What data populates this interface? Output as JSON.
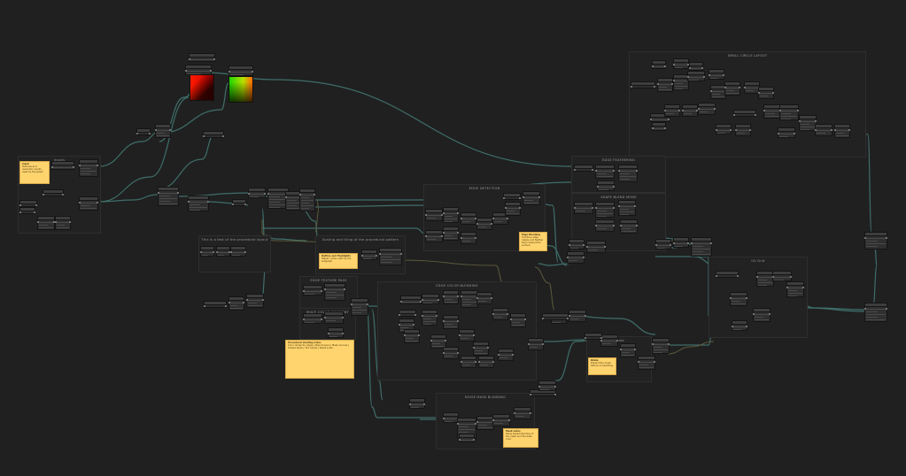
{
  "canvas": {
    "background": "#202020",
    "wire_color": "#3f6e69",
    "wire_color_alt": "#5d5a3c"
  },
  "frames": [
    {
      "id": "f-inputs",
      "label": "Inputs"
    },
    {
      "id": "f-top-right",
      "label": "SMALL CIRCLE LAYOUT"
    },
    {
      "id": "f-upper-mid",
      "label": "EDGE DETECTION"
    },
    {
      "id": "f-right-1",
      "label": "EDGE FEATHERING"
    },
    {
      "id": "f-right-2",
      "label": "SHAPE BLEND MODE"
    },
    {
      "id": "f-mid-left",
      "label": "This is a test of the procedural layout"
    },
    {
      "id": "f-mid-center",
      "label": "Scaling and tiling of the procedural pattern"
    },
    {
      "id": "f-left-small",
      "label": "EDGE TEXTURE PASS"
    },
    {
      "id": "f-left-small-2",
      "label": "MULTI COLOR GRADIENT"
    },
    {
      "id": "f-center",
      "label": "EDGE COLOR BLENDING"
    },
    {
      "id": "f-bottom",
      "label": "NOISE MASK BLENDING"
    },
    {
      "id": "f-right-3",
      "label": "UV Grid"
    },
    {
      "id": "f-right-4",
      "label": "Dilate"
    }
  ],
  "stickies": [
    {
      "id": "s-inputs",
      "title": "Input",
      "body": "Textures and resolution inputs used by the graph"
    },
    {
      "id": "s-mid",
      "title": "Outline and Highlights",
      "body": "Helper nodes used by the subgraph"
    },
    {
      "id": "s-big",
      "title": "Procedural shading notes",
      "body": "Color ramps for edges | Blend layers | Mask sources | Output stack | Tint values | Noise scale"
    },
    {
      "id": "s-right-mid",
      "title": "Edge Blending",
      "body": "Combine edge masks and feather them toward the surface"
    },
    {
      "id": "s-bottom",
      "title": "Mask notes",
      "body": "Noise based blending of the mask and the base color"
    },
    {
      "id": "s-right-low",
      "title": "Dilate",
      "body": "Expand the mask before compositing"
    }
  ],
  "previews": [
    {
      "id": "pv-1",
      "style": "red"
    },
    {
      "id": "pv-2",
      "style": "green"
    }
  ]
}
